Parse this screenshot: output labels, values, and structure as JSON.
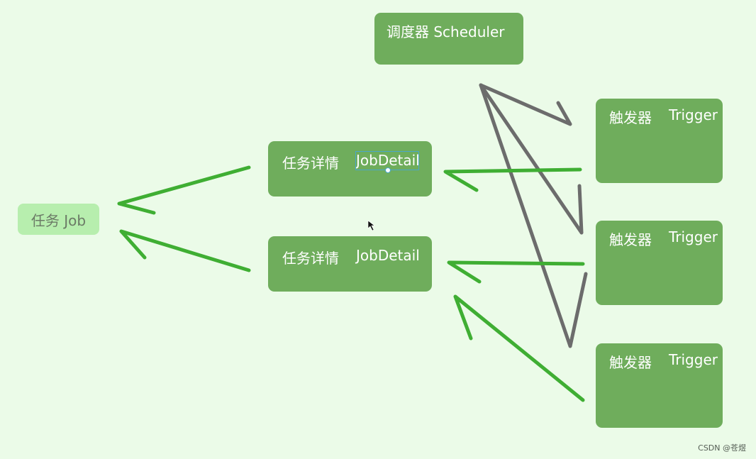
{
  "diagram": {
    "scheduler": {
      "label": "调度器  Scheduler"
    },
    "job": {
      "label": "任务 Job"
    },
    "job_details": [
      {
        "label_cn": "任务详情",
        "label_en": "JobDetail"
      },
      {
        "label_cn": "任务详情",
        "label_en": "JobDetail"
      }
    ],
    "triggers": [
      {
        "label_cn": "触发器",
        "label_en": "Trigger"
      },
      {
        "label_cn": "触发器",
        "label_en": "Trigger"
      },
      {
        "label_cn": "触发器",
        "label_en": "Trigger"
      }
    ],
    "colors": {
      "background": "#ebfbe8",
      "node": "#6fad5c",
      "job_node": "#b7eeae",
      "green_arrow": "#3fae33",
      "gray_arrow": "#6c6c6c"
    }
  },
  "watermark": "CSDN @苍煜"
}
